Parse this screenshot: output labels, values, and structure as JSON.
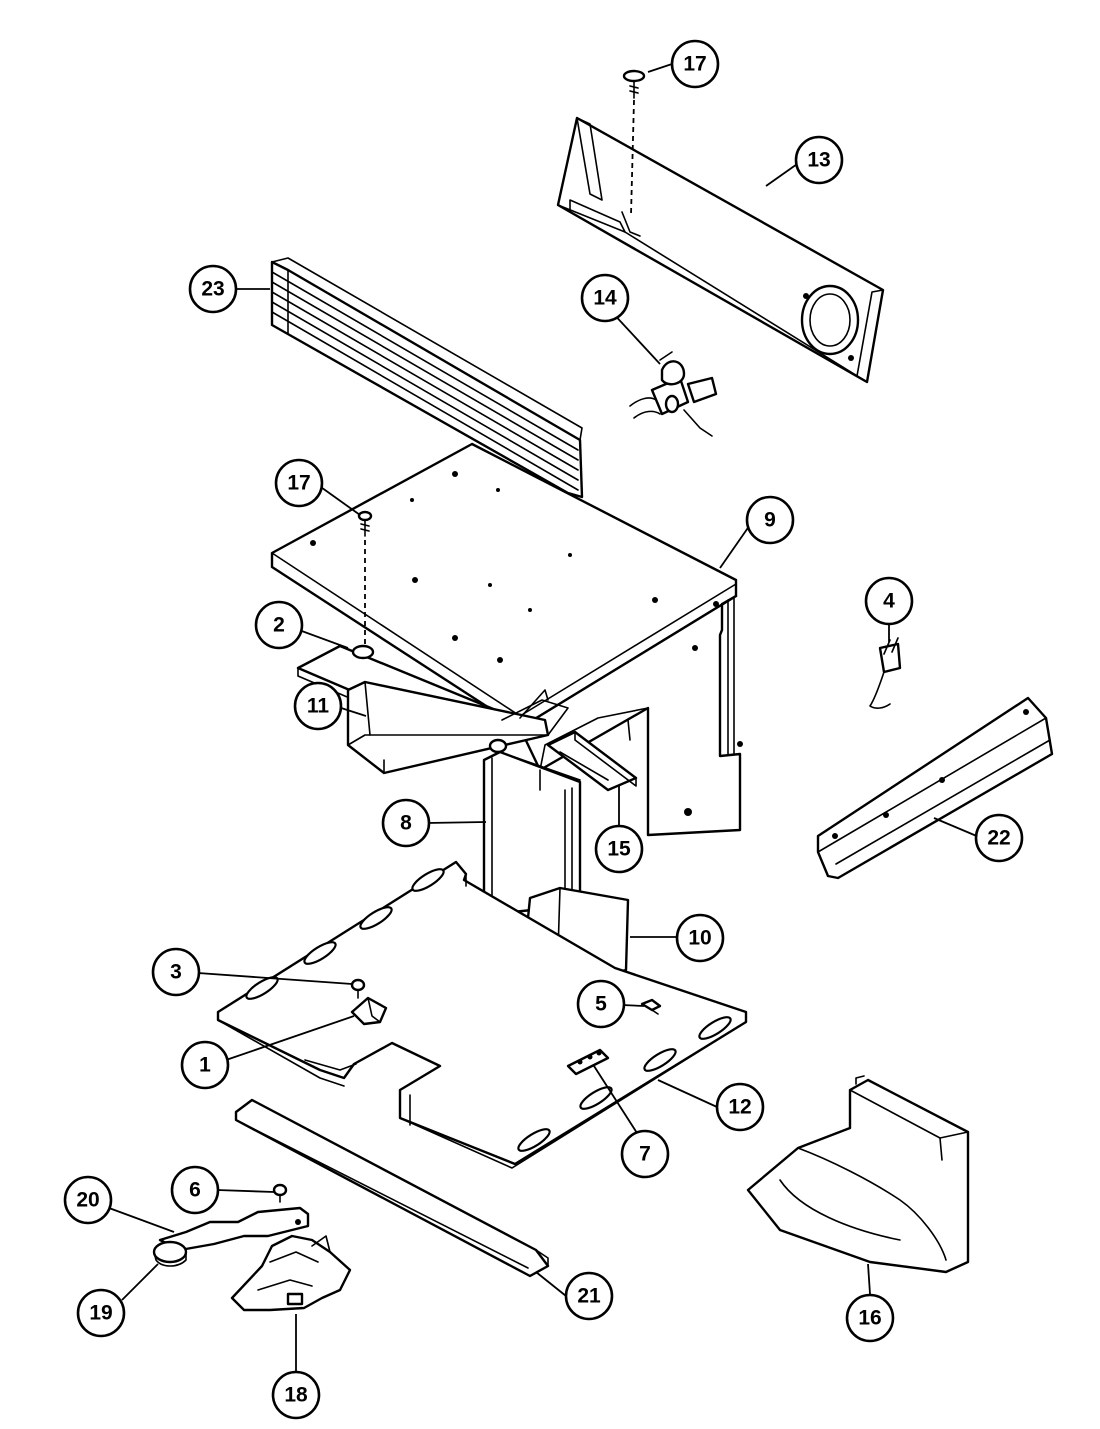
{
  "colors": {
    "line": "#000000",
    "paper": "#ffffff"
  },
  "callouts": [
    {
      "id": "c17a",
      "label": "17"
    },
    {
      "id": "c13",
      "label": "13"
    },
    {
      "id": "c23",
      "label": "23"
    },
    {
      "id": "c14",
      "label": "14"
    },
    {
      "id": "c17b",
      "label": "17"
    },
    {
      "id": "c9",
      "label": "9"
    },
    {
      "id": "c4",
      "label": "4"
    },
    {
      "id": "c2",
      "label": "2"
    },
    {
      "id": "c11",
      "label": "11"
    },
    {
      "id": "c8",
      "label": "8"
    },
    {
      "id": "c15",
      "label": "15"
    },
    {
      "id": "c22",
      "label": "22"
    },
    {
      "id": "c10",
      "label": "10"
    },
    {
      "id": "c3",
      "label": "3"
    },
    {
      "id": "c5",
      "label": "5"
    },
    {
      "id": "c1",
      "label": "1"
    },
    {
      "id": "c12",
      "label": "12"
    },
    {
      "id": "c7",
      "label": "7"
    },
    {
      "id": "c6",
      "label": "6"
    },
    {
      "id": "c20",
      "label": "20"
    },
    {
      "id": "c19",
      "label": "19"
    },
    {
      "id": "c21",
      "label": "21"
    },
    {
      "id": "c18",
      "label": "18"
    },
    {
      "id": "c16",
      "label": "16"
    }
  ]
}
